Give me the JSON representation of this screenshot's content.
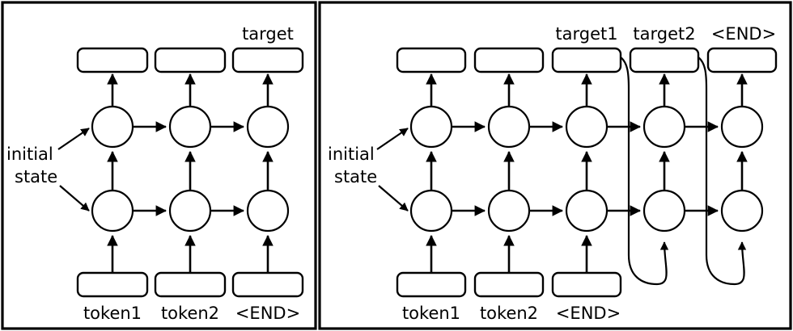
{
  "figure": {
    "title": "seq2seq encoder-decoder unrolled RNN diagram",
    "background_color": "#ffffff",
    "stroke_color": "#000000",
    "panel_count": 2
  },
  "panels": [
    {
      "id": "left-panel",
      "name": "training-panel",
      "initial_state_label_line1": "initial",
      "initial_state_label_line2": "state",
      "top_labels": [
        {
          "text": "",
          "column": 1
        },
        {
          "text": "",
          "column": 2
        },
        {
          "text": "target",
          "column": 3
        }
      ],
      "bottom_labels": [
        {
          "text": "token1",
          "column": 1
        },
        {
          "text": "token2",
          "column": 2
        },
        {
          "text": "<END>",
          "column": 3
        }
      ],
      "columns": 3,
      "rnn_layers": 2,
      "output_box_count": 3,
      "input_box_count": 3,
      "feedback_loops": 0
    },
    {
      "id": "right-panel",
      "name": "inference-panel",
      "initial_state_label_line1": "initial",
      "initial_state_label_line2": "state",
      "top_labels": [
        {
          "text": "",
          "column": 1
        },
        {
          "text": "",
          "column": 2
        },
        {
          "text": "target1",
          "column": 3
        },
        {
          "text": "target2",
          "column": 4
        },
        {
          "text": "<END>",
          "column": 5
        }
      ],
      "bottom_labels": [
        {
          "text": "token1",
          "column": 1
        },
        {
          "text": "token2",
          "column": 2
        },
        {
          "text": "<END>",
          "column": 3
        }
      ],
      "columns": 5,
      "rnn_layers": 2,
      "output_box_count": 5,
      "input_box_count": 3,
      "feedback_loops": 2
    }
  ]
}
